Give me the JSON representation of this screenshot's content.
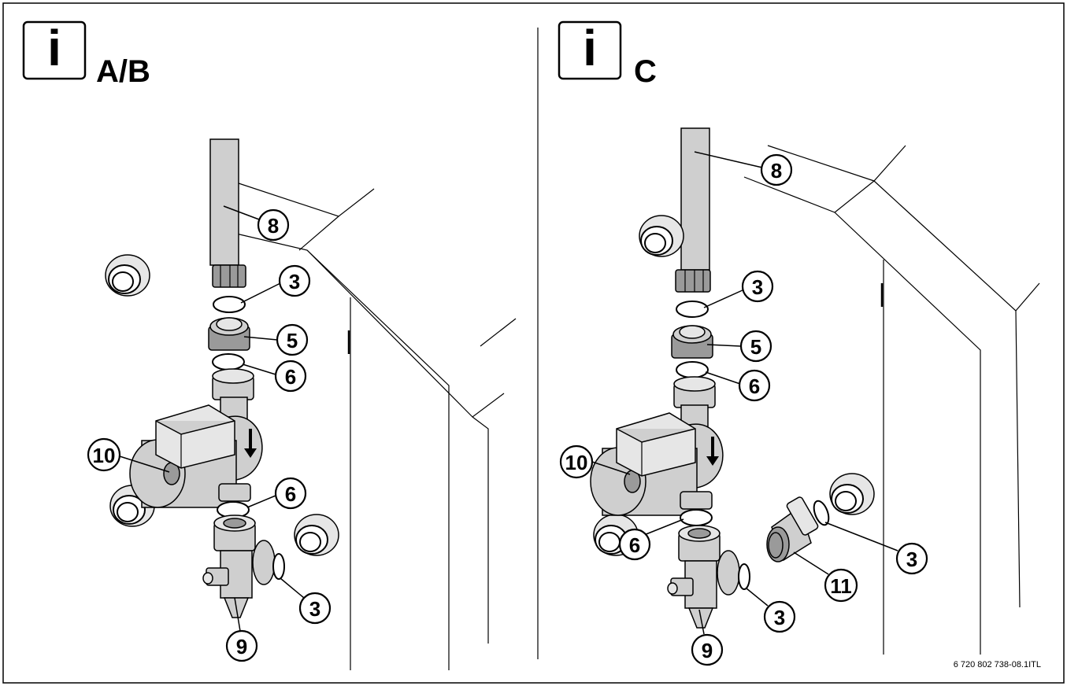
{
  "panels": [
    {
      "id": "left",
      "info_label": "A/B",
      "callouts": [
        "8",
        "3",
        "5",
        "6",
        "10",
        "6",
        "3",
        "9"
      ]
    },
    {
      "id": "right",
      "info_label": "C",
      "callouts": [
        "8",
        "3",
        "5",
        "6",
        "10",
        "6",
        "3",
        "11",
        "3",
        "9"
      ]
    }
  ],
  "info_icon_glyph": "i",
  "reference_code": "6 720 802 738-08.1ITL",
  "colors": {
    "line": "#000000",
    "part_fill": "#cfcfcf",
    "background": "#ffffff"
  }
}
